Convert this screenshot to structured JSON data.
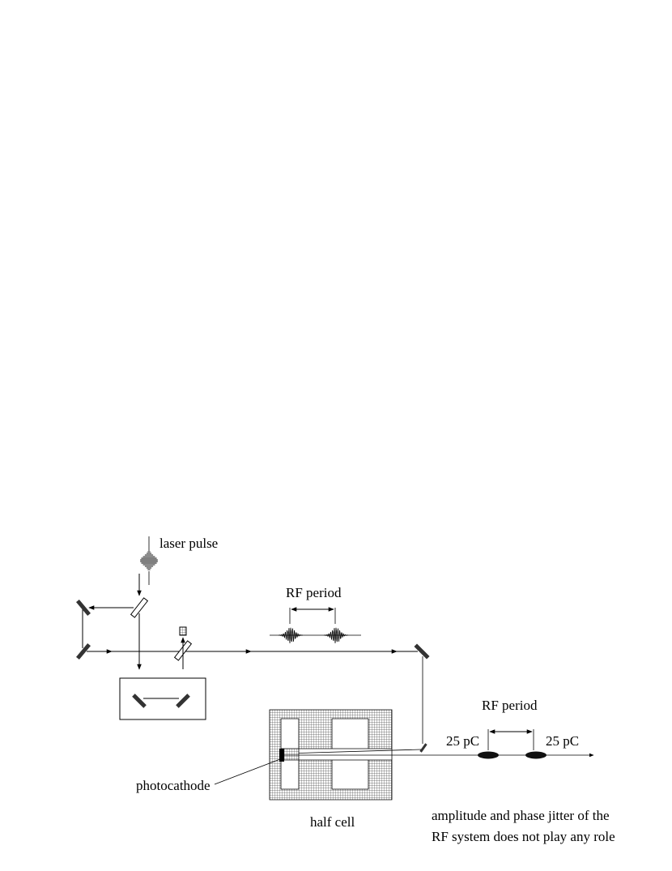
{
  "labels": {
    "laser_pulse": "laser pulse",
    "rf_period_top": "RF period",
    "rf_period_bottom": "RF period",
    "charge_left": "25 pC",
    "charge_right": "25 pC",
    "photocathode": "photocathode",
    "half_cell": "half cell",
    "note_line1": "amplitude and phase jitter of the",
    "note_line2": "RF system does not play any role"
  },
  "colors": {
    "ink": "#000000",
    "background": "#ffffff"
  }
}
